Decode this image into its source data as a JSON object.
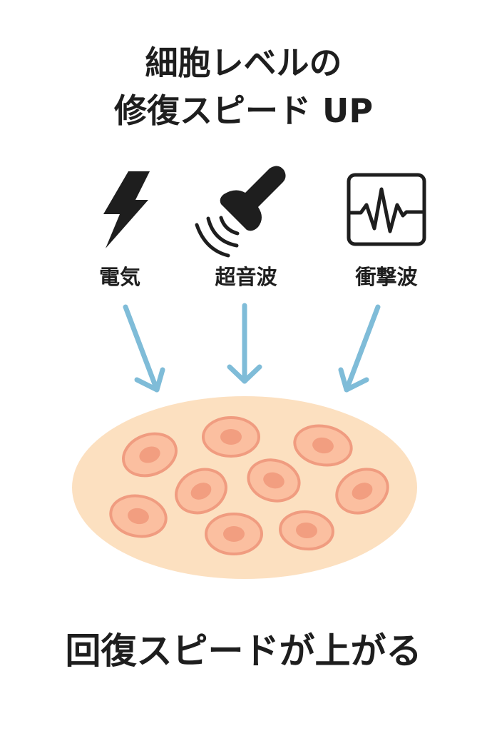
{
  "title": {
    "line1": "細胞レベルの",
    "line2": "修復スピード UP"
  },
  "methods": [
    {
      "label": "電気",
      "icon": "lightning-icon"
    },
    {
      "label": "超音波",
      "icon": "ultrasound-probe-icon"
    },
    {
      "label": "衝撃波",
      "icon": "waveform-monitor-icon"
    }
  ],
  "footer": "回復スピードが上がる",
  "colors": {
    "arrow": "#7FBCD8",
    "tissue": "#FCE0C0",
    "cell": "#FBBFA0",
    "cell_border": "#F09C80",
    "nucleus": "#F29E80",
    "text": "#1E1E1E"
  }
}
